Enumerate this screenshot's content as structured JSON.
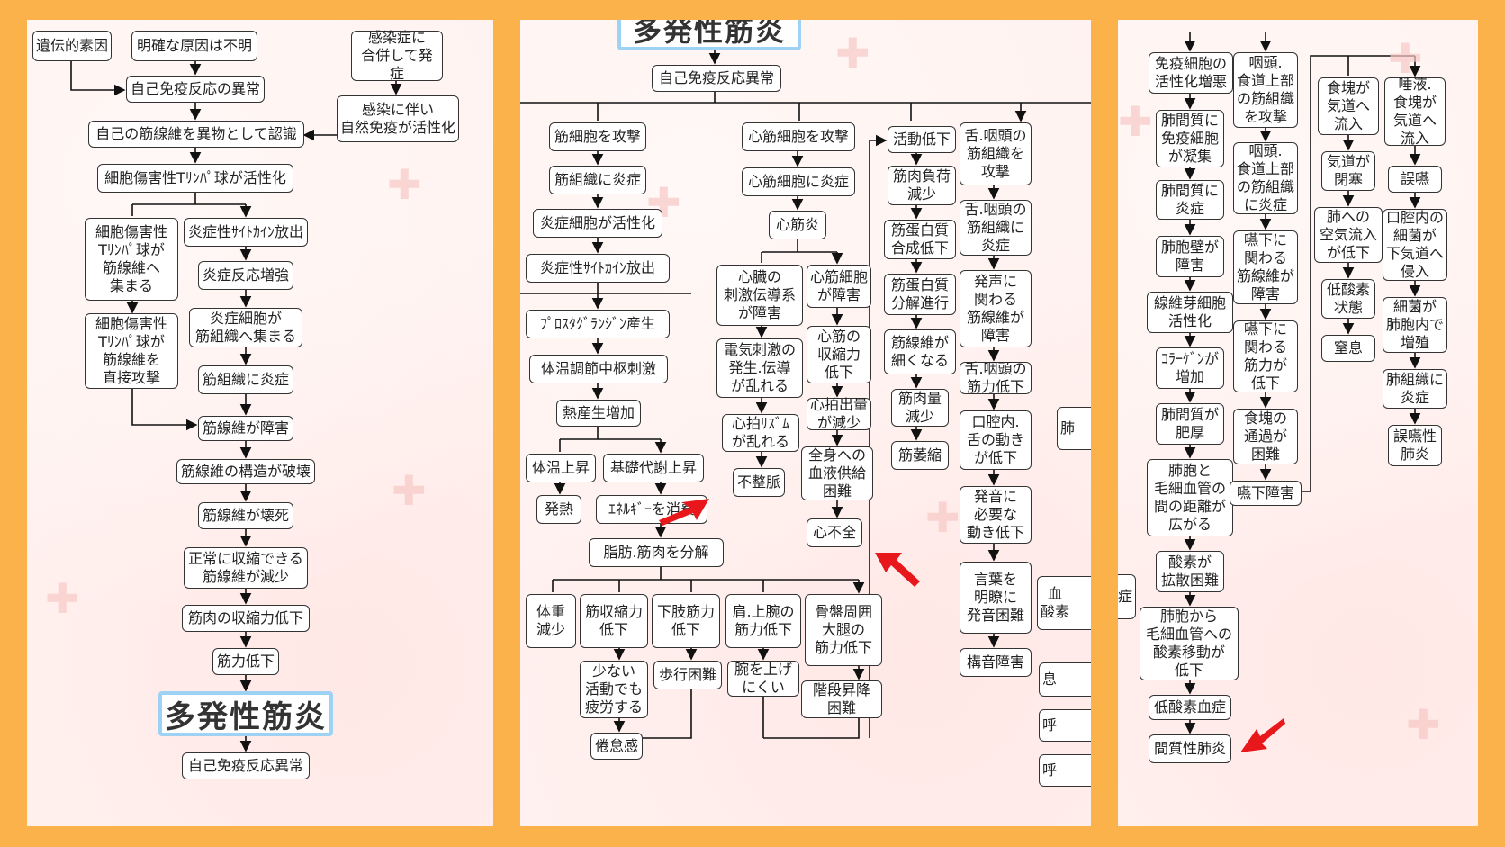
{
  "panel1": {
    "n_genetic": "遺伝的素因",
    "n_unknown": "明確な原因は不明",
    "n_infection": "感染症に\n合併して発症",
    "n_autoimmune": "自己免疫反応の異常",
    "n_innate": "感染に伴い\n自然免疫が活性化",
    "n_recognize": "自己の筋線維を異物として認識",
    "n_ctl_active": "細胞傷害性Tﾘﾝﾊﾟ球が活性化",
    "n_ctl_gather": "細胞傷害性\nTﾘﾝﾊﾟ球が\n筋線維へ\n集まる",
    "n_cytokine": "炎症性ｻｲﾄｶｲﾝ放出",
    "n_inflam_up": "炎症反応増強",
    "n_ctl_attack": "細胞傷害性\nTﾘﾝﾊﾟ球が\n筋線維を\n直接攻撃",
    "n_inflam_cells": "炎症細胞が\n筋組織へ集まる",
    "n_tissue_inflam": "筋組織に炎症",
    "n_fiber_damage": "筋線維が障害",
    "n_structure": "筋線維の構造が破壊",
    "n_necrosis": "筋線維が壊死",
    "n_decrease": "正常に収縮できる\n筋線維が減少",
    "n_contract": "筋肉の収縮力低下",
    "n_weak": "筋力低下",
    "title": "多発性筋炎",
    "n_bottom": "自己免疫反応異常"
  },
  "panel2": {
    "title": "多発性筋炎",
    "n_root": "自己免疫反応異常",
    "a1": "筋細胞を攻撃",
    "a2": "筋組織に炎症",
    "a3": "炎症細胞が活性化",
    "a4": "炎症性ｻｲﾄｶｲﾝ放出",
    "a5": "ﾌﾟﾛｽﾀｸﾞﾗﾝｼﾞﾝ産生",
    "a6": "体温調節中枢刺激",
    "a7": "熱産生増加",
    "a8": "体温上昇",
    "a9": "基礎代謝上昇",
    "a10": "発熱",
    "a11": "ｴﾈﾙｷﾞｰを消費",
    "a12": "脂肪.筋肉を分解",
    "b1": "体重\n減少",
    "b2": "筋収縮力\n低下",
    "b3": "下肢筋力\n低下",
    "b4": "肩.上腕の\n筋力低下",
    "b5": "骨盤周囲\n大腿の\n筋力低下",
    "b6": "少ない\n活動でも\n疲労する",
    "b7": "歩行困難",
    "b8": "腕を上げ\nにくい",
    "b9": "階段昇降\n困難",
    "b10": "倦怠感",
    "c1": "心筋細胞を攻撃",
    "c2": "心筋細胞に炎症",
    "c3": "心筋炎",
    "c4": "心臓の\n刺激伝導系\nが障害",
    "c5": "心筋細胞\nが障害",
    "c6": "電気刺激の\n発生.伝導\nが乱れる",
    "c7": "心筋の\n収縮力\n低下",
    "c8": "心拍ﾘｽﾞﾑ\nが乱れる",
    "c9": "心拍出量\nが減少",
    "c10": "不整脈",
    "c11": "全身への\n血液供給\n困難",
    "c12": "心不全",
    "d1": "活動低下",
    "d2": "筋肉負荷\n減少",
    "d3": "筋蛋白質\n合成低下",
    "d4": "筋蛋白質\n分解進行",
    "d5": "筋線維が\n細くなる",
    "d6": "筋肉量\n減少",
    "d7": "筋萎縮",
    "e1": "舌.咽頭の\n筋組織を\n攻撃",
    "e2": "舌.咽頭の\n筋組織に\n炎症",
    "e3": "発声に\n関わる\n筋線維が\n障害",
    "e4": "舌.咽頭の\n筋力低下",
    "e5": "口腔内.\n舌の動き\nが低下",
    "e6": "発音に\n必要な\n動き低下",
    "e7": "言葉を\n明瞭に\n発音困難",
    "e8": "構音障害",
    "f1": "肺",
    "f2": "血\n酸素",
    "f3": "息",
    "f4": "呼",
    "f5": "呼"
  },
  "panel3": {
    "g0": "症",
    "g1": "免疫細胞の\n活性化増悪",
    "g2": "肺間質に\n免疫細胞\nが凝集",
    "g3": "肺間質に\n炎症",
    "g4": "肺胞壁が\n障害",
    "g5": "線維芽細胞\n活性化",
    "g6": "ｺﾗｰｹﾞﾝが\n増加",
    "g7": "肺間質が\n肥厚",
    "g8": "肺胞と\n毛細血管の\n間の距離が\n広がる",
    "g9": "酸素が\n拡散困難",
    "g10": "肺胞から\n毛細血管への\n酸素移動が\n低下",
    "g11": "低酸素血症",
    "g12": "間質性肺炎",
    "h1": "咽頭.\n食道上部\nの筋組織\nを攻撃",
    "h2": "咽頭.\n食道上部\nの筋組織\nに炎症",
    "h3": "嚥下に\n関わる\n筋線維が\n障害",
    "h4": "嚥下に\n関わる\n筋力が\n低下",
    "h5": "食塊の\n通過が\n困難",
    "h6": "嚥下障害",
    "i1": "食塊が\n気道へ\n流入",
    "i2": "気道が\n閉塞",
    "i3": "肺への\n空気流入\nが低下",
    "i4": "低酸素\n状態",
    "i5": "窒息",
    "j1": "唾液.\n食塊が\n気道へ\n流入",
    "j2": "誤嚥",
    "j3": "口腔内の\n細菌が\n下気道へ\n侵入",
    "j4": "細菌が\n肺胞内で\n増殖",
    "j5": "肺組織に\n炎症",
    "j6": "誤嚥性\n肺炎"
  },
  "colors": {
    "frame": "#fbb24a",
    "panel_bg": "#fff2f0",
    "title_border": "#9ed2f5",
    "arrow": "#e8171c"
  }
}
